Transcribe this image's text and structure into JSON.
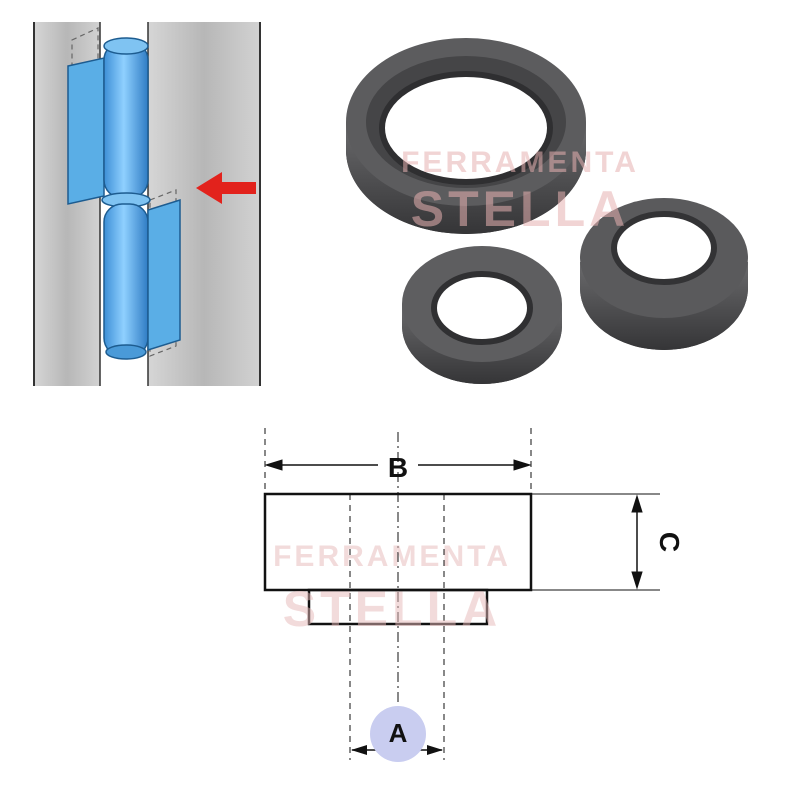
{
  "watermark": {
    "line1": "FERRAMENTA",
    "line2": "STELLA",
    "color": "#e8b9b9"
  },
  "diagram": {
    "label_a": "A",
    "label_b": "B",
    "label_c": "C",
    "label_a_badge_color": "#c9cdf0",
    "line_color": "#111111",
    "arrow_color": "#e2221c",
    "pin_color": "#5aaee6",
    "washer_color": "#4b4b4d"
  }
}
